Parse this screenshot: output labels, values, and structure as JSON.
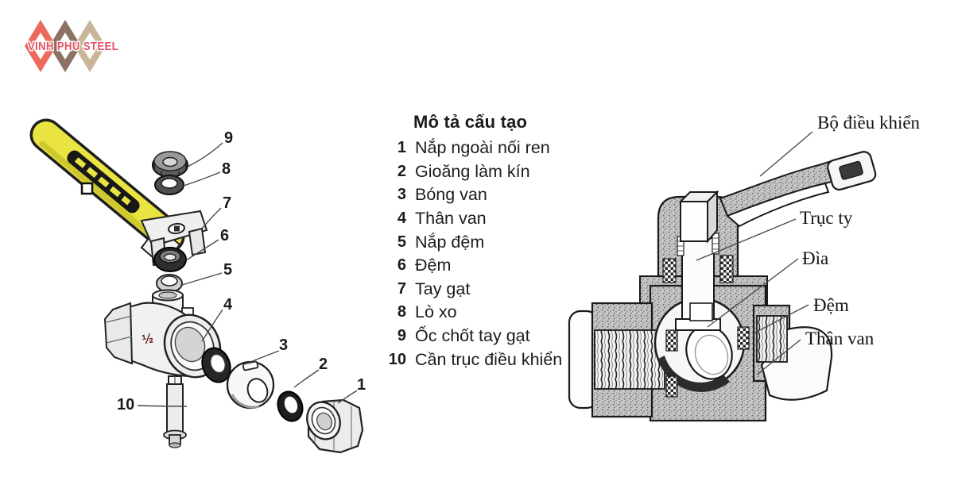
{
  "logo": {
    "text": "VINH PHU STEEL",
    "text_color": "#e25565",
    "diamond_colors": [
      "#ed6a5e",
      "#8d7163",
      "#c9b69a"
    ]
  },
  "parts_list": {
    "title": "Mô tả cấu tạo",
    "items": [
      {
        "num": "1",
        "label": "Nắp ngoài nối ren"
      },
      {
        "num": "2",
        "label": "Gioăng làm kín"
      },
      {
        "num": "3",
        "label": "Bóng van"
      },
      {
        "num": "4",
        "label": "Thân van"
      },
      {
        "num": "5",
        "label": "Nắp đệm"
      },
      {
        "num": "6",
        "label": "Đệm"
      },
      {
        "num": "7",
        "label": "Tay gạt"
      },
      {
        "num": "8",
        "label": "Lò xo"
      },
      {
        "num": "9",
        "label": "Ốc chốt tay gạt"
      },
      {
        "num": "10",
        "label": "Cần trục điều khiển"
      }
    ]
  },
  "exploded_view": {
    "size_label": "½",
    "callouts": [
      "1",
      "2",
      "3",
      "4",
      "5",
      "6",
      "7",
      "8",
      "9",
      "10"
    ]
  },
  "cross_section": {
    "labels": [
      "Bộ điều khiển",
      "Trục ty",
      "Đìa",
      "Đệm",
      "Thân van"
    ]
  }
}
